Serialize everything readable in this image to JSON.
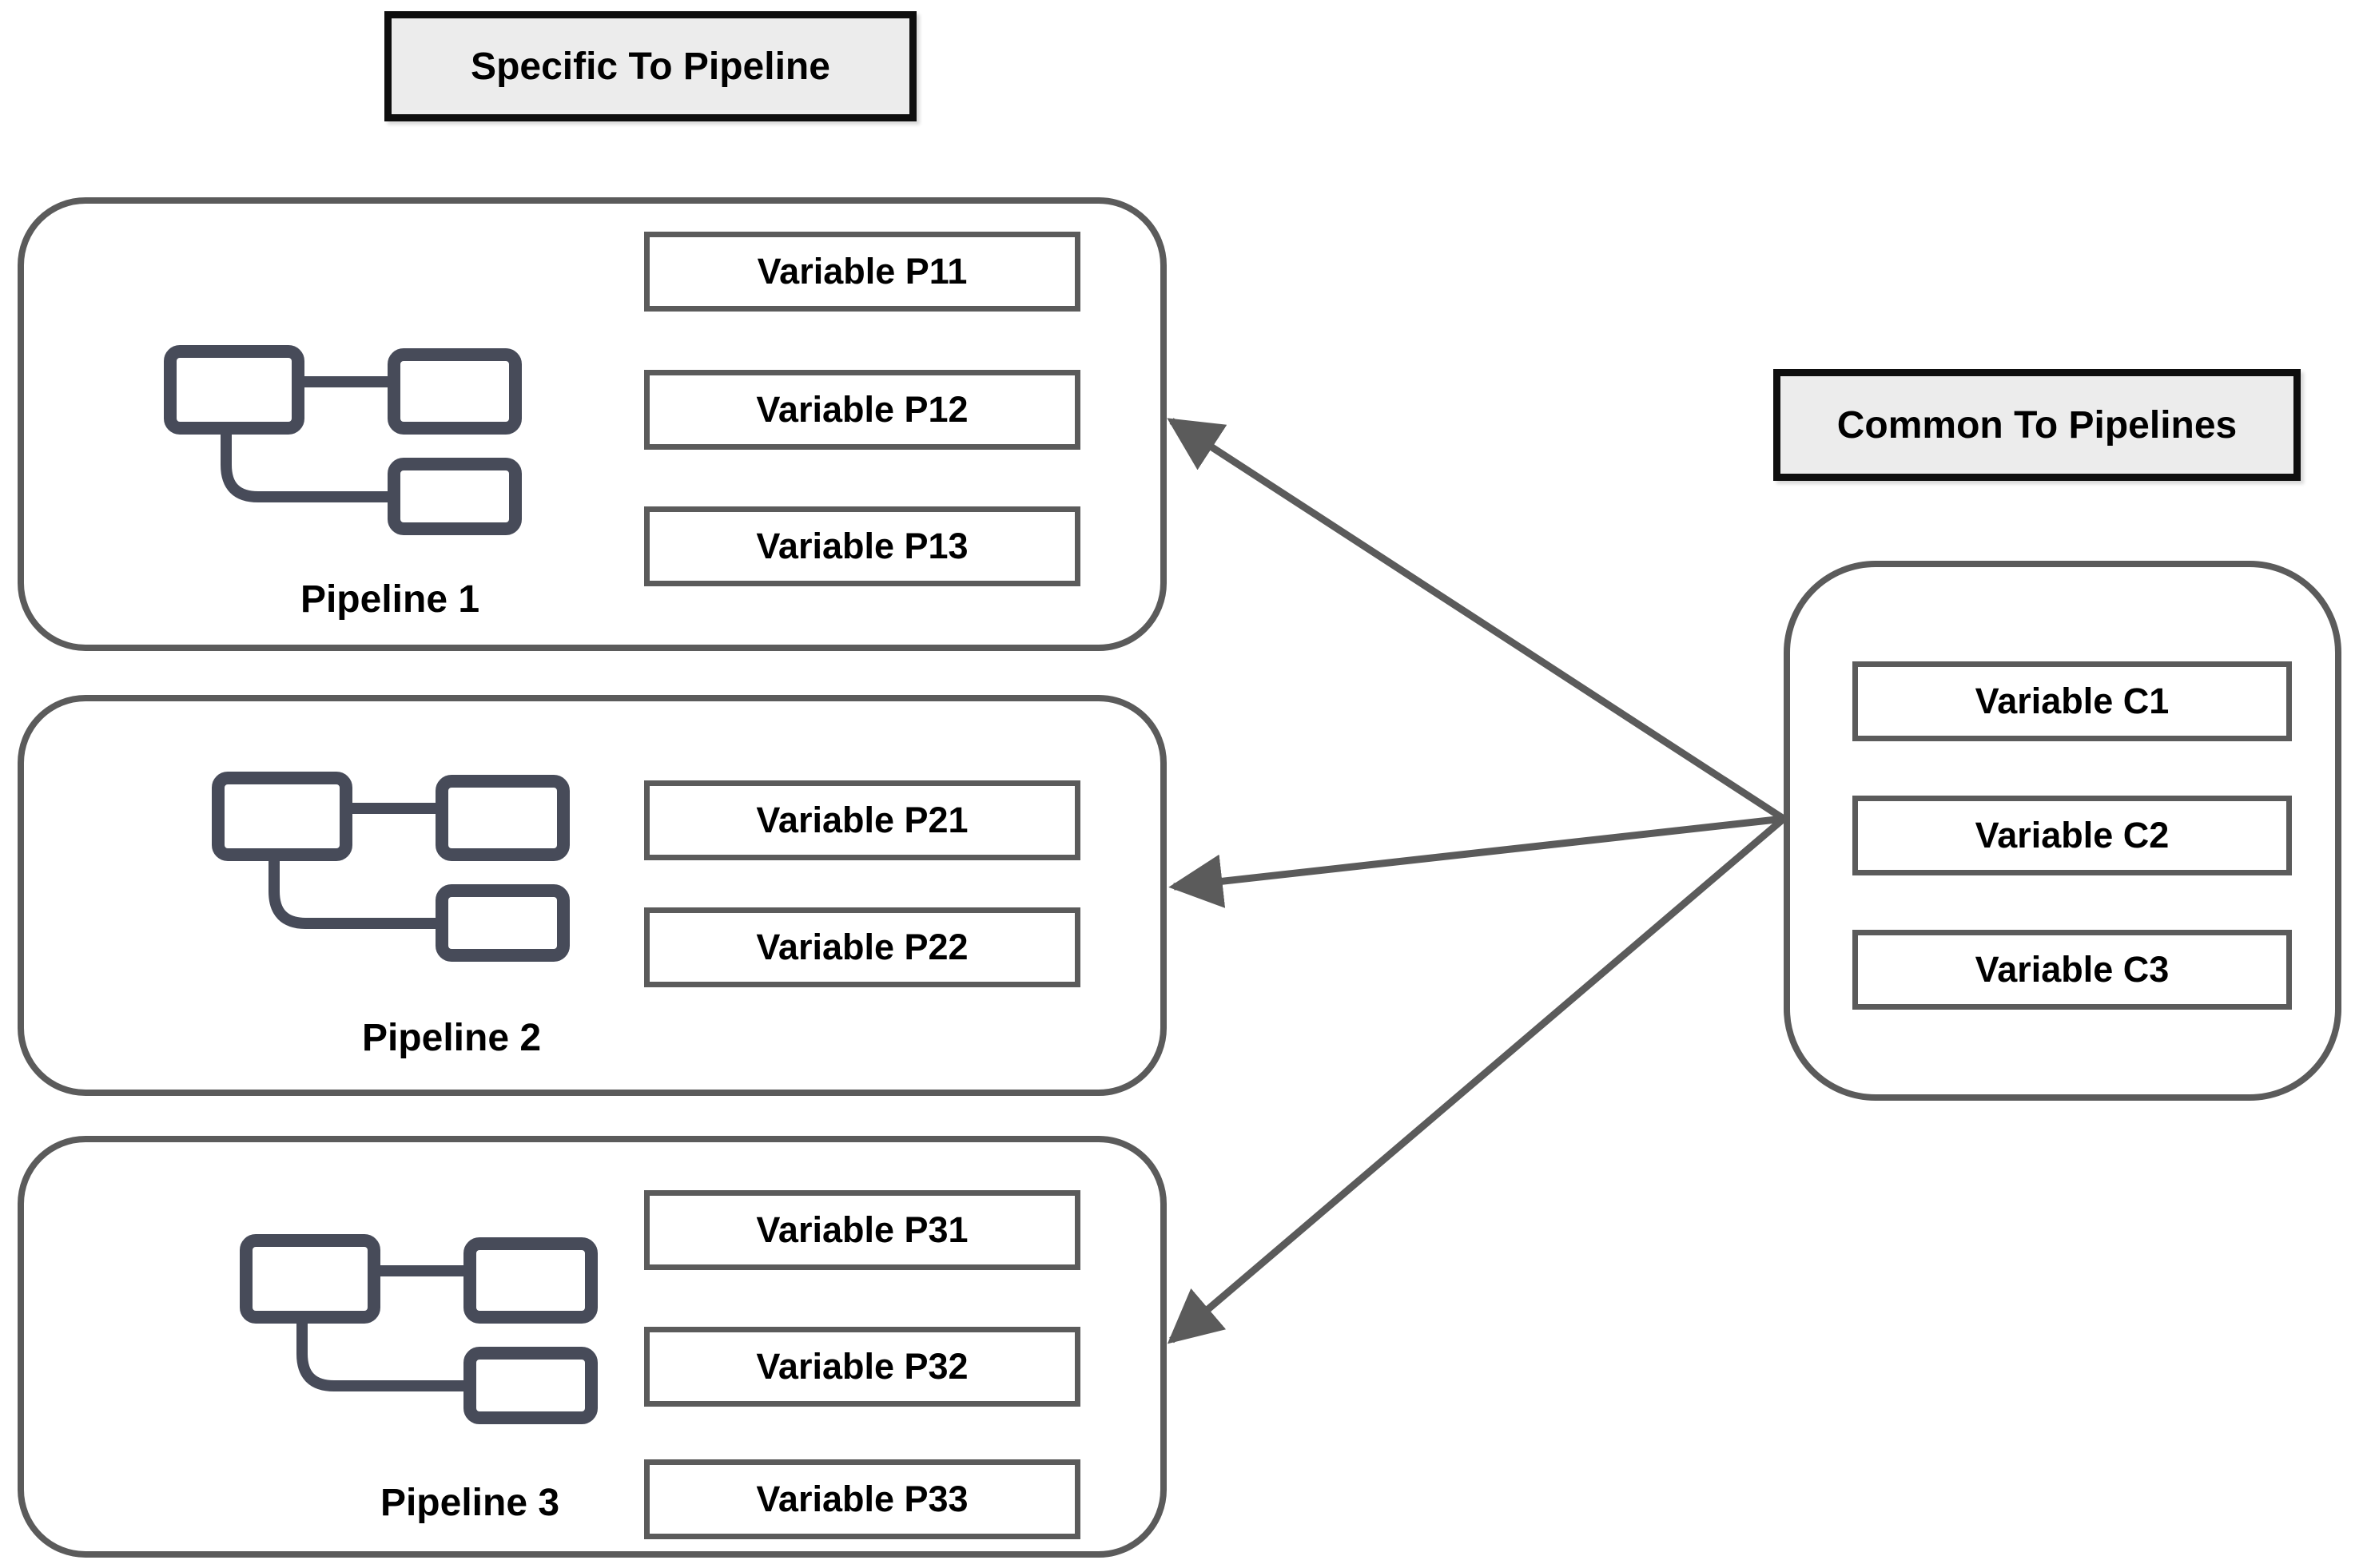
{
  "titles": {
    "specific": "Specific To Pipeline",
    "common": "Common To Pipelines"
  },
  "pipelines": [
    {
      "name": "Pipeline 1",
      "variables": [
        "Variable P11",
        "Variable P12",
        "Variable P13"
      ]
    },
    {
      "name": "Pipeline 2",
      "variables": [
        "Variable P21",
        "Variable P22"
      ]
    },
    {
      "name": "Pipeline 3",
      "variables": [
        "Variable P31",
        "Variable P32",
        "Variable P33"
      ]
    }
  ],
  "common_group": {
    "variables": [
      "Variable C1",
      "Variable C2",
      "Variable C3"
    ]
  },
  "connections": [
    {
      "from": "Common To Pipelines",
      "to": "Pipeline 1"
    },
    {
      "from": "Common To Pipelines",
      "to": "Pipeline 2"
    },
    {
      "from": "Common To Pipelines",
      "to": "Pipeline 3"
    }
  ],
  "colors": {
    "box_border": "#5b5b5b",
    "arrow": "#5b5b5b",
    "icon": "#474b59",
    "title_fill": "#ececec",
    "title_border": "#0e0e0e",
    "text": "#000000",
    "background": "#ffffff"
  }
}
